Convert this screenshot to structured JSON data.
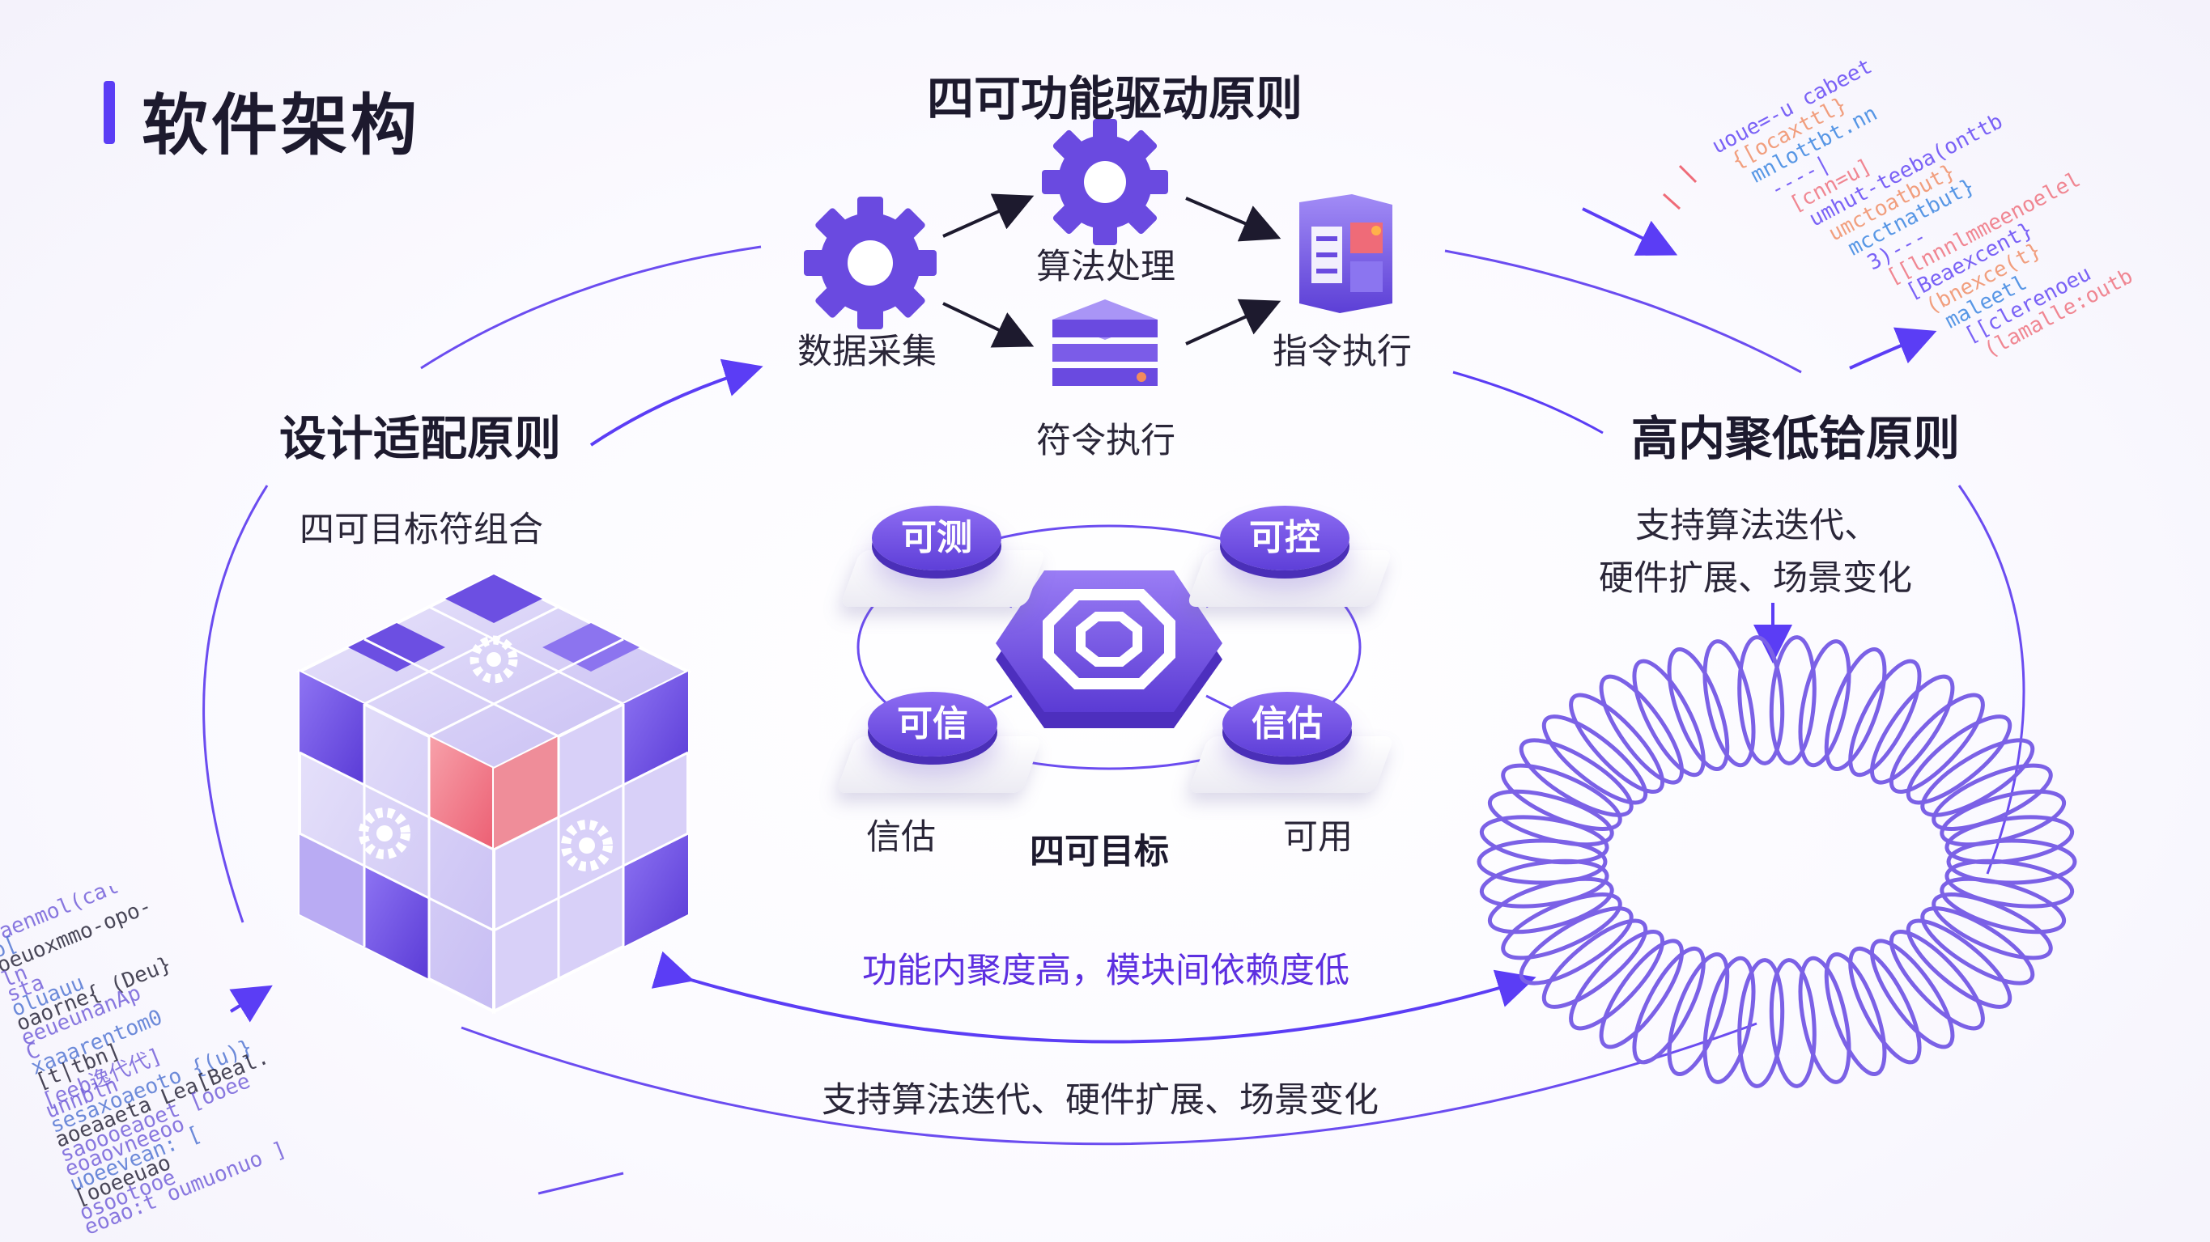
{
  "title": "软件架构",
  "top_principle": {
    "title": "四可功能驱动原则",
    "nodes": [
      "数据采集",
      "算法处理",
      "符令执行",
      "指令执行"
    ]
  },
  "left_principle": {
    "title": "设计适配原则",
    "subtitle": "四可目标符组合"
  },
  "right_principle": {
    "title": "高内聚低铪原则",
    "line1": "支持算法迭代、",
    "line2": "硬件扩展、场景变化"
  },
  "center": {
    "pills": [
      "可测",
      "可控",
      "可信",
      "信估"
    ],
    "under_left": "信估",
    "under_right": "可用",
    "label": "四可目标"
  },
  "bottom": {
    "cohesion": "功能内聚度高，模块间依赖度低",
    "support": "支持算法迭代、硬件扩展、场景变化"
  },
  "code_top_right": [
    "uoue=-u cabeet",
    "{[ocaxttl}",
    "mnlottbt.nn",
    "----|",
    "[cnn=u]",
    "umhut-teeba(onttb",
    "umctoatbut}",
    "mcctnatbut}",
    "3)---",
    "[[lnnnlmmeenoelel",
    "[Beaexcent}",
    "(bnexce(t}",
    "maleetl",
    "[[clerenoeu",
    "(lamalle:outb"
  ],
  "code_bottom_left": [
    "-aenmol(cal",
    "o[",
    "oeuoxmmo-opo-",
    "ln",
    "sta",
    "oluauu",
    "oaorne{ (Deu}",
    "eeueunanAp",
    "C",
    "xaaarentom0",
    "[t|tbn]",
    "[eeb逸代代]",
    "unnbln",
    "sesaxoaeoto {(u)}",
    "aoeaaeta Lea[Beal.",
    "saoooeaoet [ooee",
    "eoaovneeoo",
    "uoeevean: [",
    "[ooeeuao",
    "osootooe",
    "eoao:t oumuonuo ]"
  ],
  "colors": {
    "accent": "#5b3df5",
    "pill": "#6a4ae0",
    "highlight": "#ef6b78"
  }
}
